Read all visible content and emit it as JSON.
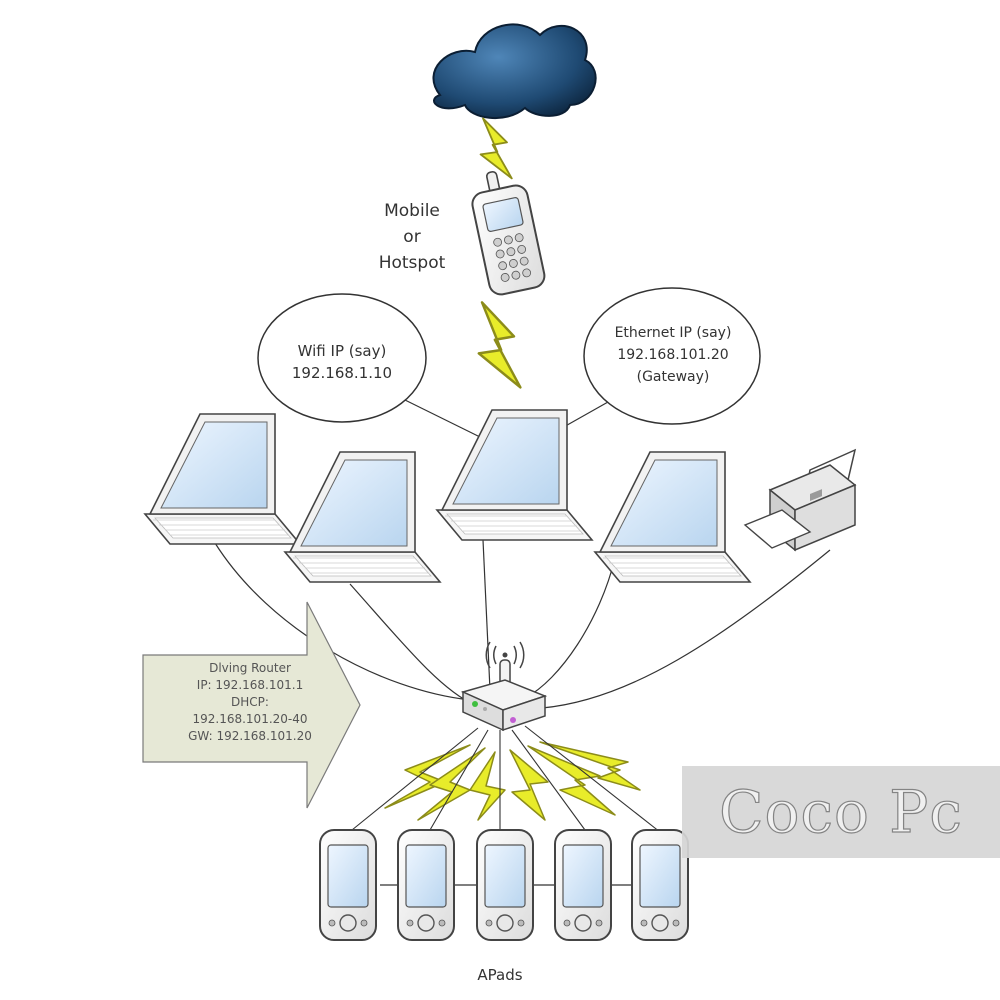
{
  "mobile_label": [
    "Mobile",
    "or",
    "Hotspot"
  ],
  "wifi_bubble": [
    "Wifi IP (say)",
    "192.168.1.10"
  ],
  "ethernet_bubble": [
    "Ethernet IP (say)",
    "192.168.101.20",
    "(Gateway)"
  ],
  "router_note": [
    "Dlving Router",
    "IP: 192.168.101.1",
    "DHCP:",
    "192.168.101.20-40",
    "GW: 192.168.101.20"
  ],
  "apads_label": "APads",
  "watermark": "Coco Pc",
  "colors": {
    "cloud": "#1f4a73",
    "lightning": "#e8ec2a",
    "lightning_stroke": "#8c8c1a",
    "device_body": "#f4f4f4",
    "screen": "#cfe3f5",
    "note_fill": "#e6e8d6"
  },
  "icons": [
    "cloud-icon",
    "phone-icon",
    "laptop-icon",
    "printer-icon",
    "router-icon",
    "apad-icon",
    "lightning-icon"
  ]
}
